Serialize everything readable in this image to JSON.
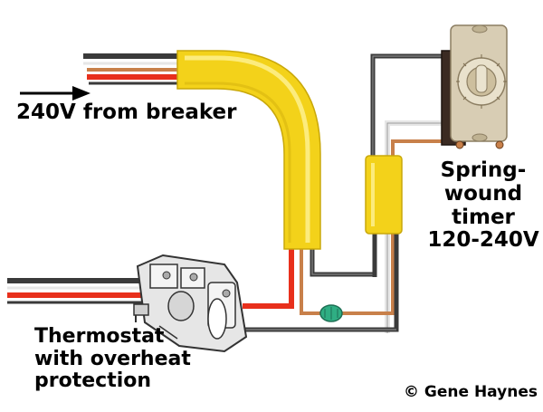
{
  "labels": {
    "breaker": "240V from breaker",
    "timer": [
      "Spring-",
      "wound",
      "timer",
      "120-240V"
    ],
    "thermostat": [
      "Thermostat",
      "with overheat",
      "protection"
    ],
    "copyright": "© Gene Haynes"
  },
  "colors": {
    "conduit": "#f3d21a",
    "conduit_edge": "#c9a80a",
    "black_wire": "#3a3a3a",
    "red_wire": "#e8301c",
    "bare_copper": "#c8804a",
    "white_wire": "#e6e6e6",
    "ground_nut": "#2fae83",
    "timer_plate": "#d8cdb4",
    "arrow": "#000000"
  },
  "icons": {
    "arrow": "right-arrow-icon",
    "wire_nut": "wire-nut-icon",
    "timer": "timer-switch-icon",
    "thermostat": "thermostat-icon"
  }
}
